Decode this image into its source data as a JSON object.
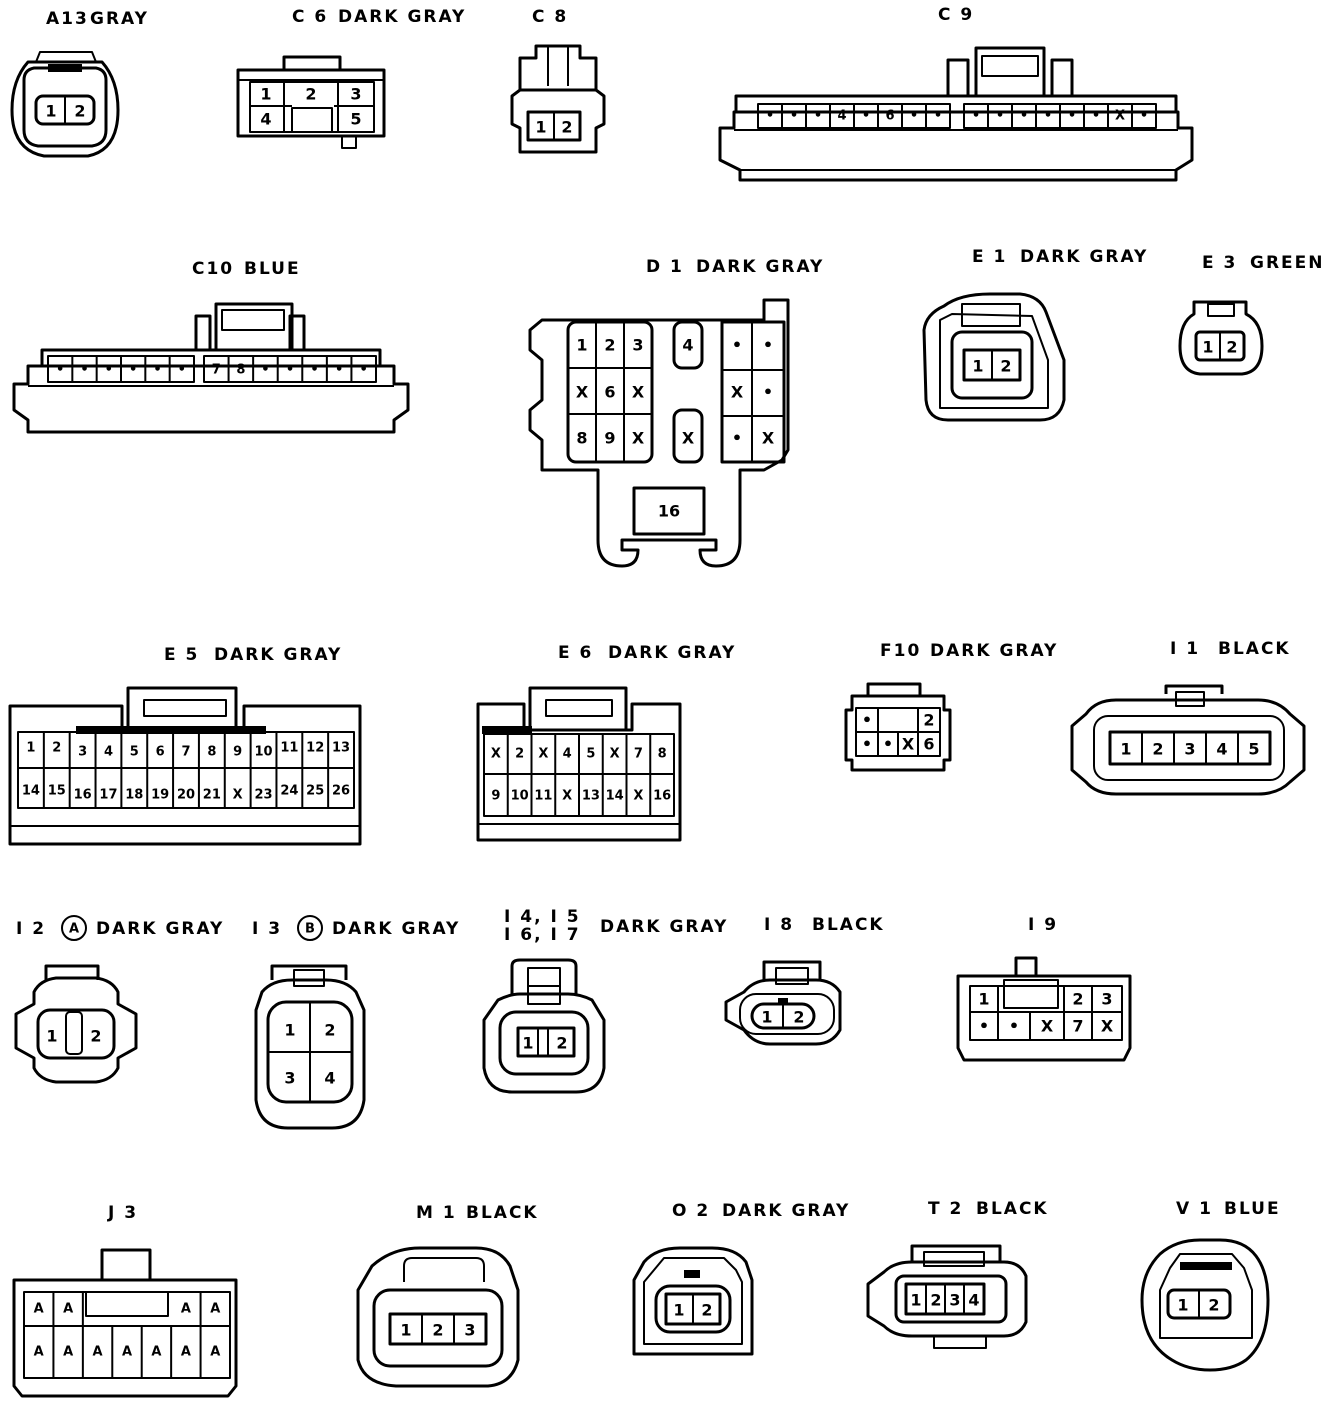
{
  "connectors": [
    {
      "id": "A13",
      "label": "A13",
      "color": "GRAY",
      "rows": [
        [
          "1",
          "2"
        ]
      ]
    },
    {
      "id": "C6",
      "label": "C 6",
      "color": "DARK GRAY",
      "rows": [
        [
          "1",
          "2",
          "3"
        ],
        [
          "4",
          "",
          "5"
        ]
      ]
    },
    {
      "id": "C8",
      "label": "C 8",
      "color": "",
      "rows": [
        [
          "1",
          "2"
        ]
      ]
    },
    {
      "id": "C9",
      "label": "C 9",
      "color": "",
      "rows": [
        [
          "•",
          "•",
          "•",
          "4",
          "•",
          "6",
          "•",
          "•",
          "•",
          "•",
          "•",
          "•",
          "•",
          "•",
          "X",
          "•"
        ]
      ]
    },
    {
      "id": "C10",
      "label": "C10",
      "color": "BLUE",
      "rows": [
        [
          "•",
          "•",
          "•",
          "•",
          "•",
          "•",
          "7",
          "8",
          "•",
          "•",
          "•",
          "•",
          "•"
        ]
      ]
    },
    {
      "id": "D1",
      "label": "D 1",
      "color": "DARK GRAY",
      "rows": [
        [
          "1",
          "2",
          "3",
          "4",
          "•",
          "•"
        ],
        [
          "X",
          "6",
          "X",
          "X",
          "•"
        ],
        [
          "8",
          "9",
          "X",
          "X",
          "•",
          "X"
        ],
        [
          "16"
        ]
      ]
    },
    {
      "id": "E1",
      "label": "E 1",
      "color": "DARK GRAY",
      "rows": [
        [
          "1",
          "2"
        ]
      ]
    },
    {
      "id": "E3",
      "label": "E 3",
      "color": "GREEN",
      "rows": [
        [
          "1",
          "2"
        ]
      ]
    },
    {
      "id": "E5",
      "label": "E 5",
      "color": "DARK GRAY",
      "rows": [
        [
          "1",
          "2",
          "3",
          "4",
          "5",
          "6",
          "7",
          "8",
          "9",
          "10",
          "11",
          "12",
          "13"
        ],
        [
          "14",
          "15",
          "16",
          "17",
          "18",
          "19",
          "20",
          "21",
          "X",
          "23",
          "24",
          "25",
          "26"
        ]
      ]
    },
    {
      "id": "E6",
      "label": "E 6",
      "color": "DARK GRAY",
      "rows": [
        [
          "X",
          "2",
          "X",
          "4",
          "5",
          "X",
          "7",
          "8"
        ],
        [
          "9",
          "10",
          "11",
          "X",
          "13",
          "14",
          "X",
          "16"
        ]
      ]
    },
    {
      "id": "F10",
      "label": "F10",
      "color": "DARK GRAY",
      "rows": [
        [
          "•",
          "",
          "2"
        ],
        [
          "•",
          "•",
          "X",
          "6"
        ]
      ]
    },
    {
      "id": "I1",
      "label": "I 1",
      "color": "BLACK",
      "rows": [
        [
          "1",
          "2",
          "3",
          "4",
          "5"
        ]
      ]
    },
    {
      "id": "I2",
      "label": "I 2",
      "badge": "A",
      "color": "DARK GRAY",
      "rows": [
        [
          "1",
          "2"
        ]
      ]
    },
    {
      "id": "I3",
      "label": "I 3",
      "badge": "B",
      "color": "DARK GRAY",
      "rows": [
        [
          "1",
          "2"
        ],
        [
          "3",
          "4"
        ]
      ]
    },
    {
      "id": "I4",
      "label_a": "I 4, I 5",
      "label_b": "I 6, I 7",
      "color": "DARK GRAY",
      "rows": [
        [
          "1",
          "2"
        ]
      ]
    },
    {
      "id": "I8",
      "label": "I 8",
      "color": "BLACK",
      "rows": [
        [
          "1",
          "2"
        ]
      ]
    },
    {
      "id": "I9",
      "label": "I 9",
      "color": "",
      "rows": [
        [
          "1",
          "",
          "2",
          "3"
        ],
        [
          "•",
          "•",
          "X",
          "7",
          "X"
        ]
      ]
    },
    {
      "id": "J3",
      "label": "J 3",
      "color": "",
      "rows": [
        [
          "A",
          "A",
          "A",
          "A"
        ],
        [
          "A",
          "A",
          "A",
          "A",
          "A",
          "A",
          "A"
        ]
      ]
    },
    {
      "id": "M1",
      "label": "M 1",
      "color": "BLACK",
      "rows": [
        [
          "1",
          "2",
          "3"
        ]
      ]
    },
    {
      "id": "O2",
      "label": "O 2",
      "color": "DARK GRAY",
      "rows": [
        [
          "1",
          "2"
        ]
      ]
    },
    {
      "id": "T2",
      "label": "T 2",
      "color": "BLACK",
      "rows": [
        [
          "1",
          "2",
          "3",
          "4"
        ]
      ]
    },
    {
      "id": "V1",
      "label": "V 1",
      "color": "BLUE",
      "rows": [
        [
          "1",
          "2"
        ]
      ]
    }
  ]
}
